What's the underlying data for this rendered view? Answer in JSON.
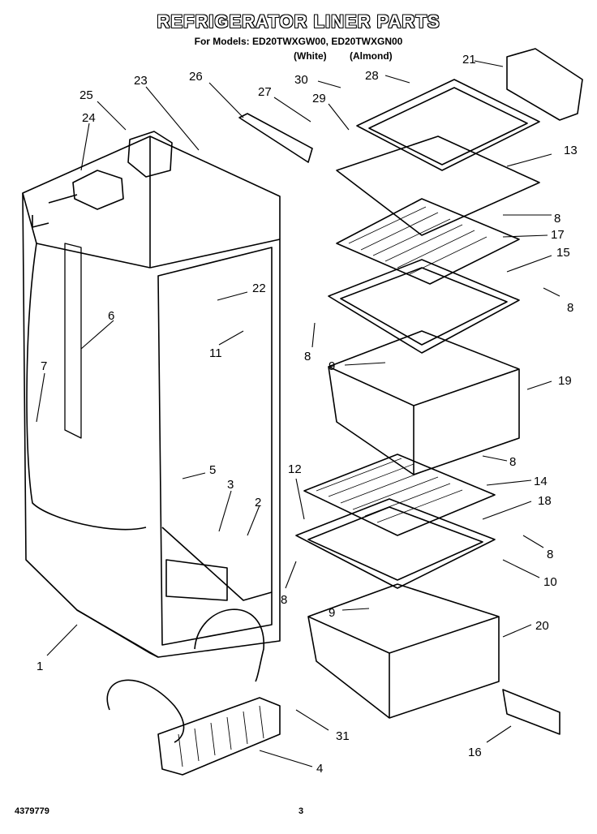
{
  "header": {
    "title": "REFRIGERATOR LINER PARTS",
    "models_line": "For Models: ED20TWXGW00, ED20TWXGN00",
    "variant_white": "(White)",
    "variant_almond": "(Almond)"
  },
  "callouts": [
    "21",
    "28",
    "30",
    "25",
    "23",
    "26",
    "27",
    "29",
    "24",
    "13",
    "8",
    "17",
    "15",
    "22",
    "6",
    "8",
    "8",
    "11",
    "7",
    "9",
    "19",
    "5",
    "8",
    "12",
    "14",
    "3",
    "2",
    "18",
    "8",
    "10",
    "8",
    "9",
    "20",
    "1",
    "31",
    "16",
    "4"
  ],
  "footer": {
    "part_number": "4379779",
    "page_number": "3"
  }
}
